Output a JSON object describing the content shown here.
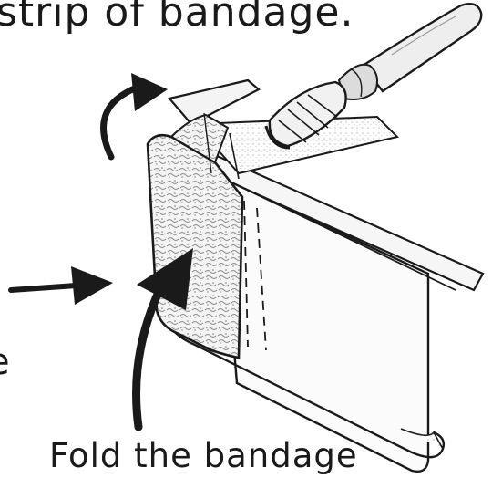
{
  "header_text": "strip of bandage.",
  "cropped_left_glyph": "e",
  "caption": "Fold the bandage",
  "colors": {
    "ink": "#1a1a1a",
    "paper": "#ffffff",
    "gauze_shade": "#c9c9c9",
    "metal_light": "#f2f2f2",
    "wood": "#e8e8e8"
  },
  "icons": [
    "curved-arrow-icon",
    "right-arrow-icon",
    "curved-pointer-arrow-icon",
    "paintbrush-icon"
  ]
}
